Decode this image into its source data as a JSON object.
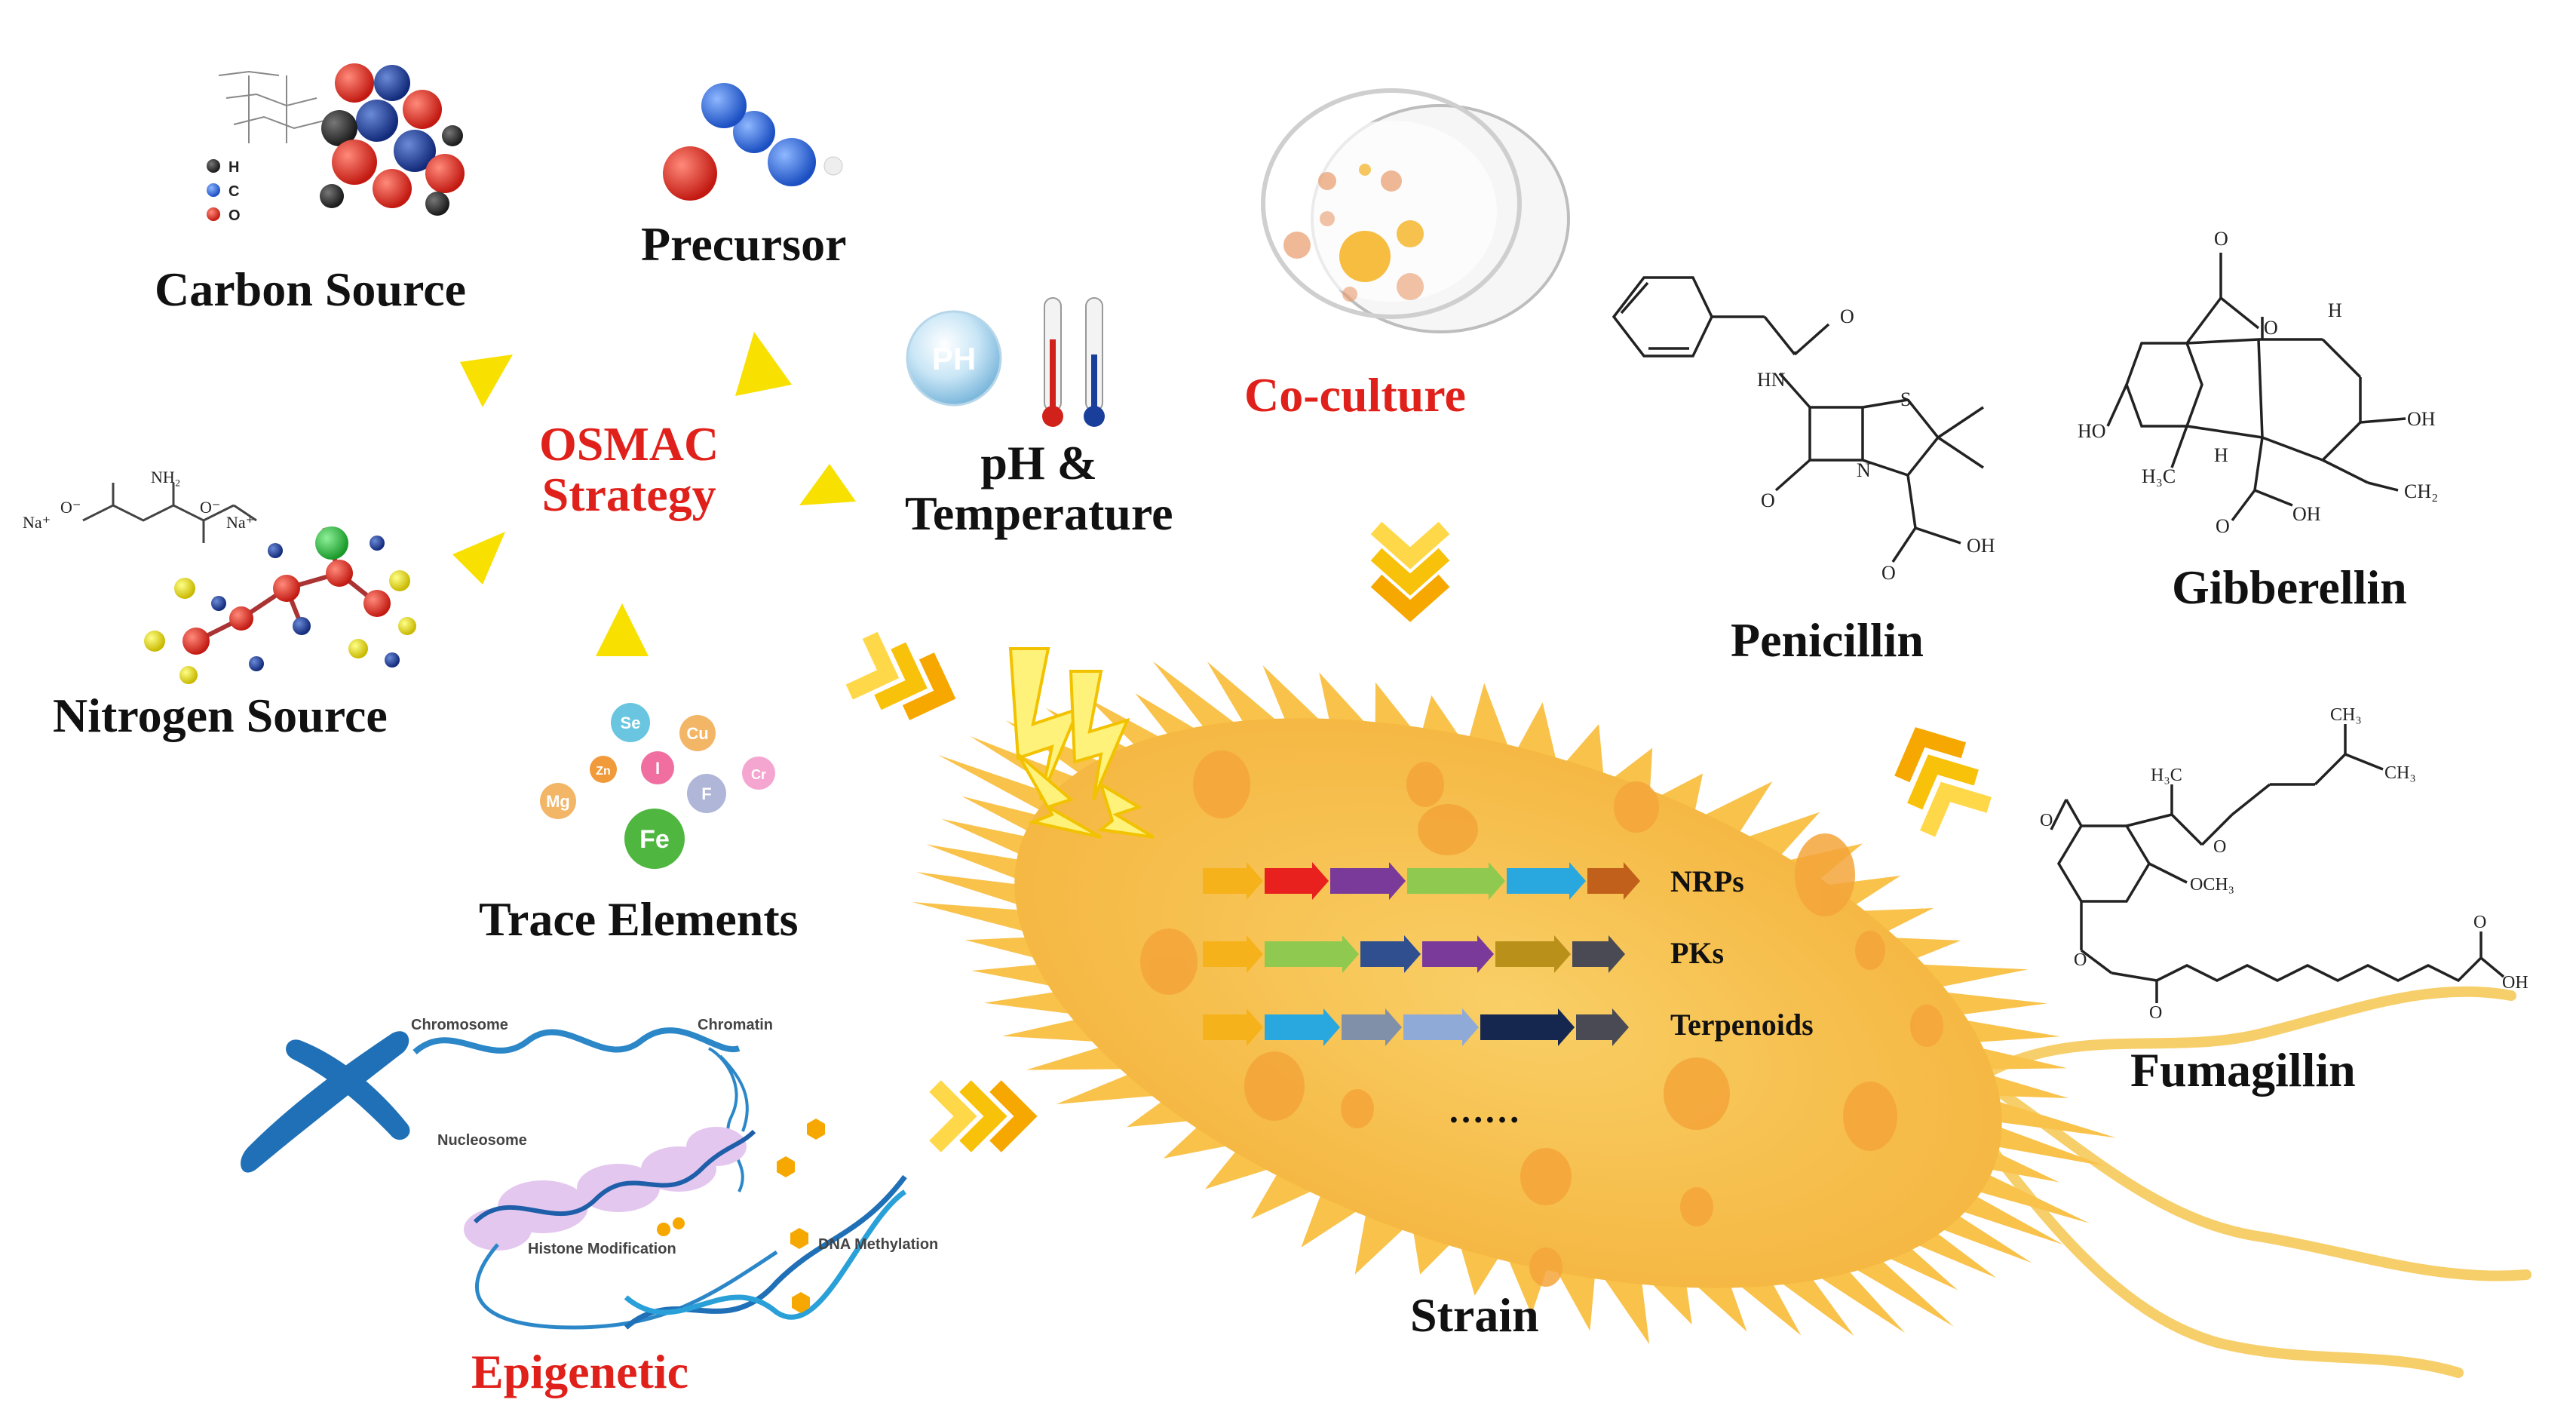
{
  "labels": {
    "carbon_source": "Carbon Source",
    "precursor": "Precursor",
    "osmac_line1": "OSMAC",
    "osmac_line2": "Strategy",
    "ph_temp_line1": "pH &",
    "ph_temp_line2": "Temperature",
    "co_culture": "Co-culture",
    "nitrogen_source": "Nitrogen Source",
    "trace_elements": "Trace Elements",
    "epigenetic": "Epigenetic",
    "strain": "Strain",
    "penicillin": "Penicillin",
    "gibberellin": "Gibberellin",
    "fumagillin": "Fumagillin"
  },
  "gene_clusters": [
    {
      "label": "NRPs",
      "colors": [
        "#f6b21b",
        "#e8201e",
        "#7a3a9a",
        "#8fc94f",
        "#29a8df",
        "#c0601a"
      ]
    },
    {
      "label": "PKs",
      "colors": [
        "#f6b21b",
        "#8fc94f",
        "#2f4f8f",
        "#7a3a9a",
        "#b8901a",
        "#4a4a55"
      ]
    },
    {
      "label": "Terpenoids",
      "colors": [
        "#f6b21b",
        "#29a8df",
        "#8090a8",
        "#90aad8",
        "#15264f",
        "#4a4a55"
      ]
    }
  ],
  "ellipsis": "……",
  "carbon_legend": [
    "H",
    "C",
    "O"
  ],
  "trace_element_symbols": [
    "Se",
    "Cu",
    "Zn",
    "I",
    "Cr",
    "Mg",
    "F",
    "Fe"
  ],
  "ph_badge": "PH",
  "epigenetic_labels": {
    "chromosome": "Chromosome",
    "chromatin": "Chromatin",
    "nucleosome": "Nucleosome",
    "histone_modification": "Histone Modification",
    "dna_methylation": "DNA Methylation"
  },
  "chem_labels": {
    "hn": "HN",
    "o1": "O",
    "o2": "O",
    "s": "S",
    "n": "N",
    "oh_pen": "OH",
    "o_pen2": "O",
    "gib_o1": "O",
    "gib_o2": "O",
    "gib_h1": "H",
    "gib_h2": "H",
    "gib_ho": "HO",
    "gib_oh": "OH",
    "gib_h3c": "H₃C",
    "gib_ch2": "CH₂",
    "gib_o3": "O",
    "gib_oh2": "OH",
    "fum_ch3a": "CH₃",
    "fum_ch3b": "CH₃",
    "fum_h3c": "H₃C",
    "fum_o1": "O",
    "fum_o2": "O",
    "fum_och3": "OCH₃",
    "fum_o3": "O",
    "fum_o4": "O",
    "fum_o5": "O",
    "fum_oh": "OH",
    "nit_na1": "Na⁺",
    "nit_na2": "Na⁺",
    "nit_nh2": "NH₂",
    "nit_o1": "O⁻",
    "nit_o2": "O⁻"
  },
  "colors": {
    "title_red": "#e0201a",
    "arrow_yellow": "#f8e000",
    "chevron_orange": "#f6a800",
    "cell_body": "#f8c451",
    "cell_spot": "#f4a53a"
  }
}
